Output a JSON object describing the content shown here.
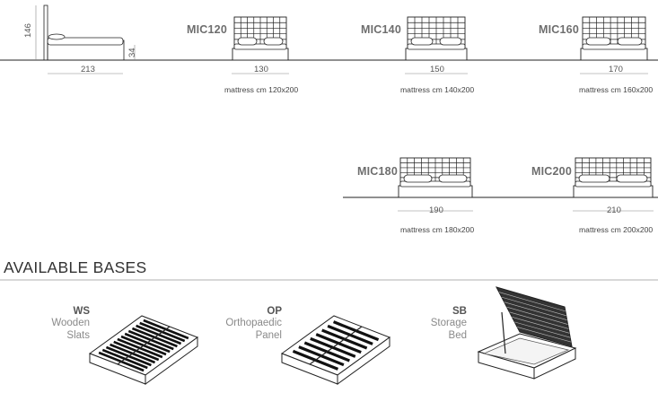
{
  "side_view": {
    "height_label": "146",
    "base_height_label": "34",
    "length_label": "213"
  },
  "models": [
    {
      "code": "MIC120",
      "width": "130",
      "mattress": "mattress cm 120x200"
    },
    {
      "code": "MIC140",
      "width": "150",
      "mattress": "mattress cm 140x200"
    },
    {
      "code": "MIC160",
      "width": "170",
      "mattress": "mattress cm 160x200"
    },
    {
      "code": "MIC180",
      "width": "190",
      "mattress": "mattress cm 180x200"
    },
    {
      "code": "MIC200",
      "width": "210",
      "mattress": "mattress cm 200x200"
    }
  ],
  "bases_title": "AVAILABLE BASES",
  "bases": [
    {
      "code": "WS",
      "name_line1": "Wooden",
      "name_line2": "Slats"
    },
    {
      "code": "OP",
      "name_line1": "Orthopaedic",
      "name_line2": "Panel"
    },
    {
      "code": "SB",
      "name_line1": "Storage",
      "name_line2": "Bed"
    }
  ]
}
